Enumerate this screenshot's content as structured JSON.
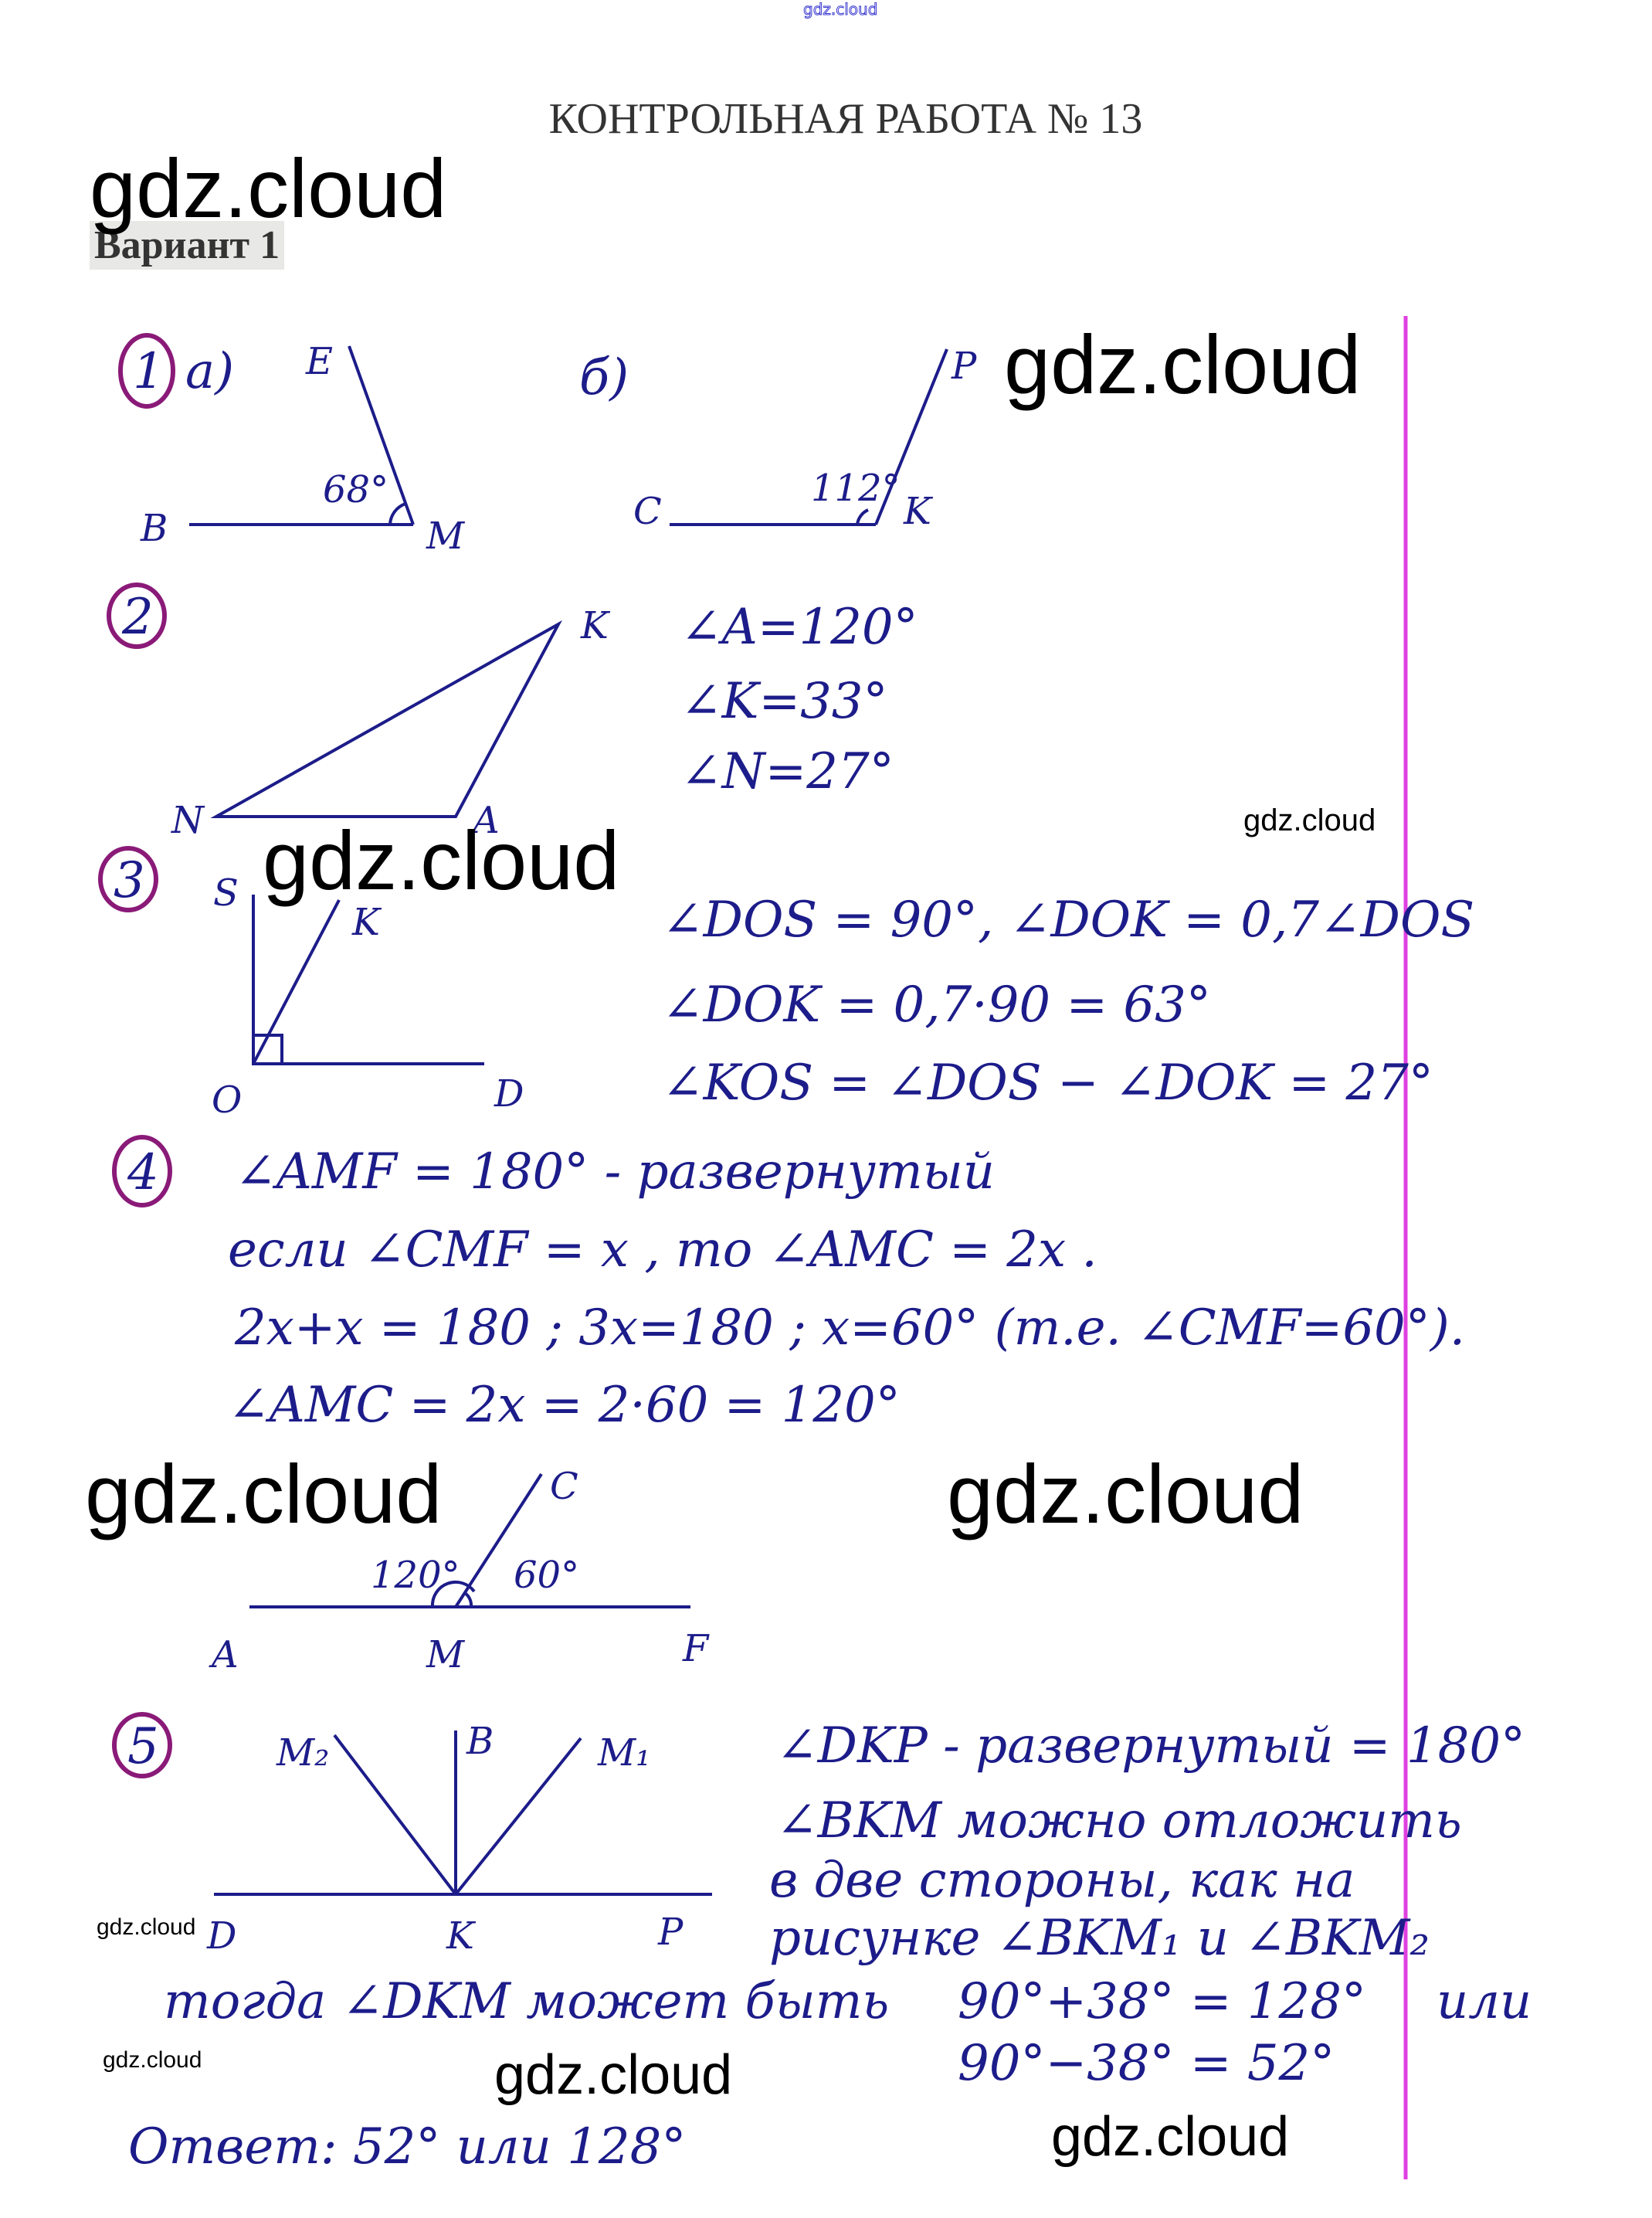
{
  "watermark_top": "gdz.cloud",
  "title": "КОНТРОЛЬНАЯ РАБОТА № 13",
  "variant": "Вариант 1",
  "watermarks": [
    "gdz.cloud",
    "gdz.cloud",
    "gdz.cloud",
    "gdz.cloud",
    "gdz.cloud",
    "gdz.cloud",
    "gdz.cloud",
    "gdz.cloud",
    "gdz.cloud",
    "gdz.cloud"
  ],
  "colors": {
    "ink": "#1c1c8a",
    "circle": "#8a1a78",
    "margin_line": "#e040e0"
  },
  "task1": {
    "num": "1",
    "part_a": "а)",
    "part_b": "б)",
    "labels_a": {
      "E": "E",
      "B": "B",
      "M": "M",
      "angle": "68°"
    },
    "labels_b": {
      "C": "C",
      "K": "K",
      "P": "P",
      "angle": "112°"
    }
  },
  "task2": {
    "num": "2",
    "labels": {
      "N": "N",
      "A": "A",
      "K": "K"
    },
    "lines": [
      "∠A=120°",
      "∠K=33°",
      "∠N=27°"
    ]
  },
  "task3": {
    "num": "3",
    "labels": {
      "S": "S",
      "K": "K",
      "O": "O",
      "D": "D"
    },
    "lines": [
      "∠DOS = 90°, ∠DOK = 0,7∠DOS",
      "∠DOK = 0,7·90 = 63°",
      "∠KOS = ∠DOS − ∠DOK = 27°"
    ]
  },
  "task4": {
    "num": "4",
    "lines": [
      "∠AMF = 180° - развернутый",
      "если ∠CMF = x , то ∠AMC = 2x .",
      "2x+x = 180 ; 3x=180 ; x=60° (т.е. ∠CMF=60°).",
      "∠AMC = 2x = 2·60 = 120°"
    ],
    "labels": {
      "A": "A",
      "M": "M",
      "F": "F",
      "C": "C",
      "angle1": "120°",
      "angle2": "60°"
    }
  },
  "task5": {
    "num": "5",
    "labels": {
      "M2": "M₂",
      "B": "B",
      "M1": "M₁",
      "D": "D",
      "K": "K",
      "P": "P"
    },
    "lines": [
      "∠DKP - развернутый = 180°",
      "∠BKM можно отложить",
      "в две стороны, как на",
      "рисунке ∠BKM₁ и ∠BKM₂"
    ],
    "then": "тогда ∠DKM может быть",
    "calc1": "90°+38° = 128°",
    "or": "или",
    "calc2": "90°−38° = 52°",
    "answer": "Ответ: 52° или 128°"
  }
}
